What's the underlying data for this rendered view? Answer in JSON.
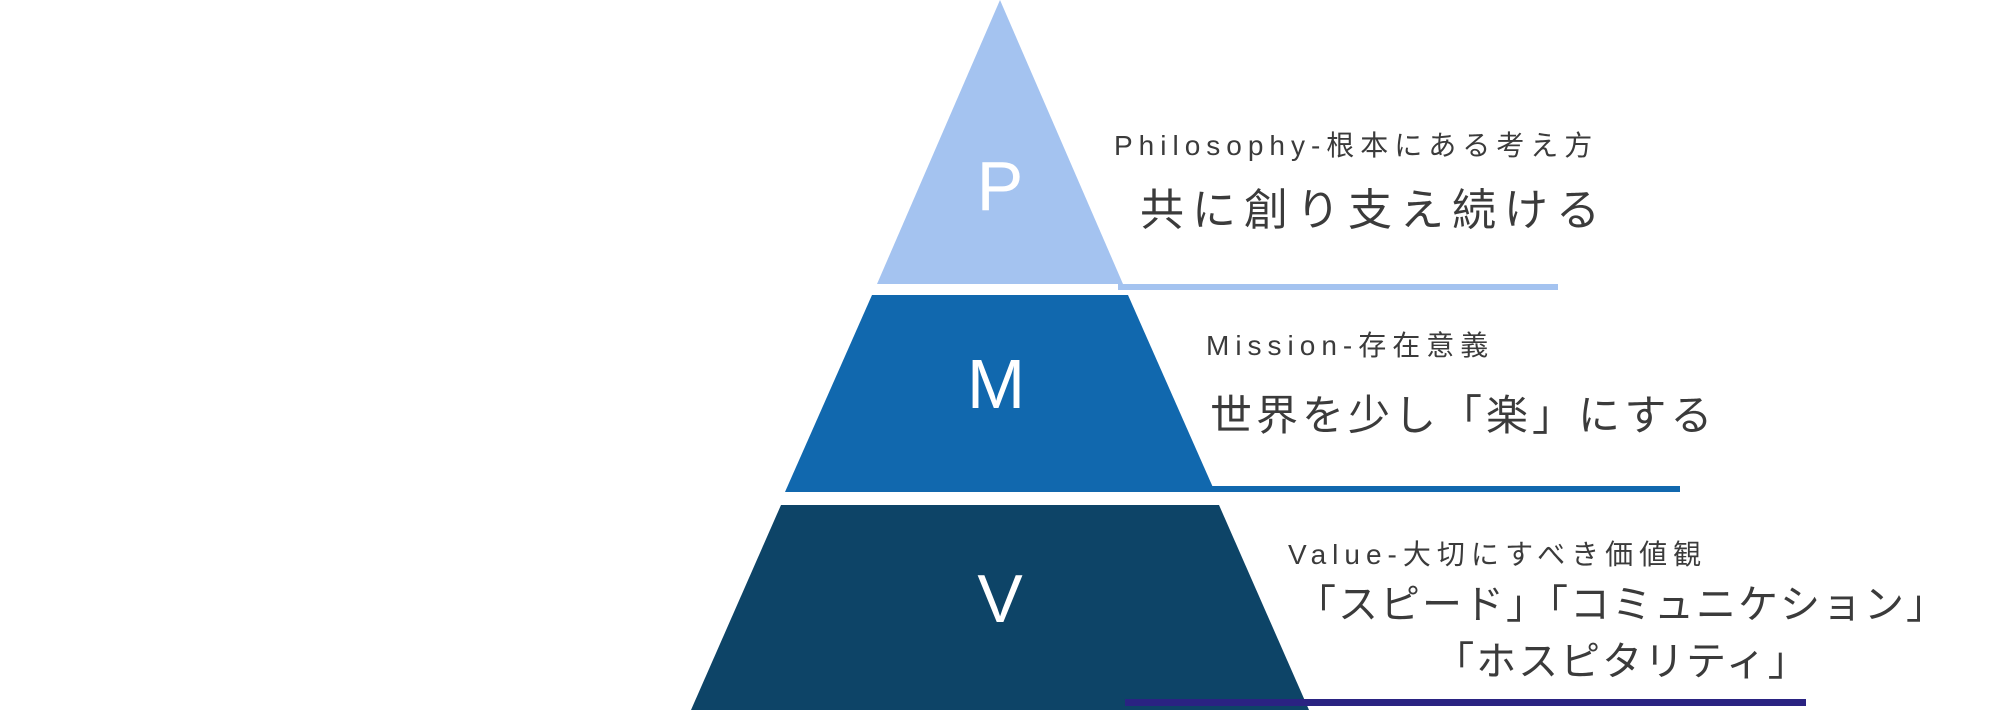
{
  "diagram": {
    "type": "pyramid",
    "colors": {
      "philosophy": "#a4c3f0",
      "mission": "#1168ae",
      "value": "#0d4467",
      "value_underline": "#2a2382",
      "text": "#3b3b3b",
      "letter": "#ffffff",
      "background": "#ffffff"
    },
    "levels": [
      {
        "id": "philosophy",
        "letter": "P",
        "label": "Philosophy-根本にある考え方",
        "statement": "共に創り支え続ける"
      },
      {
        "id": "mission",
        "letter": "M",
        "label": "Mission-存在意義",
        "statement": "世界を少し「楽」にする"
      },
      {
        "id": "value",
        "letter": "V",
        "label": "Value-大切にすべき価値観",
        "statement_line1": "「スピード」「コミュニケション」",
        "statement_line2": "「ホスピタリティ」"
      }
    ]
  }
}
